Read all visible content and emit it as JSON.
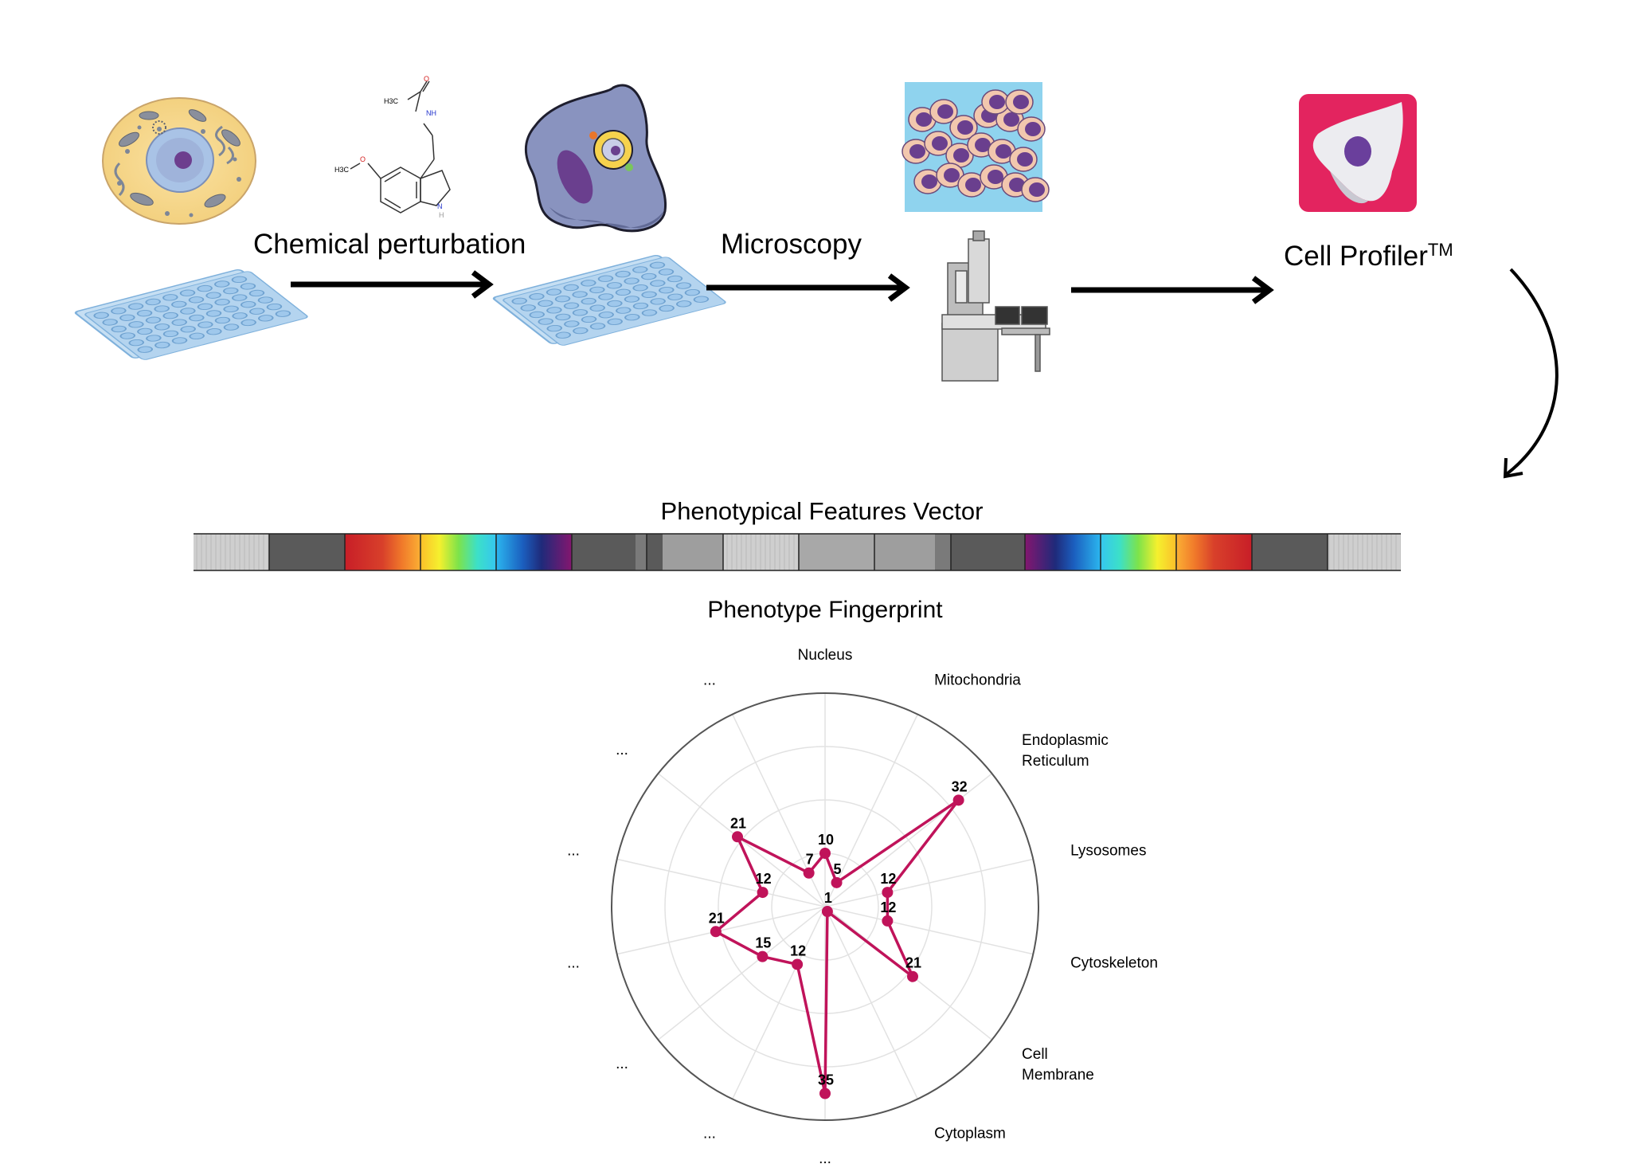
{
  "workflow": {
    "step_chemical": "Chemical perturbation",
    "step_microscopy": "Microscopy",
    "step_profiler": "Cell Profiler",
    "step_profiler_tm": "TM"
  },
  "molecule": {
    "label_ch3_top": "H3C",
    "label_nh": "NH",
    "label_o_top": "O",
    "label_o_left": "O",
    "label_ch3_left": "H3C",
    "label_n": "N",
    "label_h": "H"
  },
  "vector": {
    "title": "Phenotypical Features Vector"
  },
  "fingerprint": {
    "title": "Phenotype Fingerprint"
  },
  "colors": {
    "accent": "#c0135a",
    "arrow": "#000000",
    "grid": "#dddddd",
    "profiler_logo": "#e3245f",
    "micrograph_bg": "#8fd3ee"
  },
  "chart_data": {
    "type": "radar",
    "title": "Phenotype Fingerprint",
    "rmax": 40,
    "categories": [
      "Nucleus",
      "Mitochondria",
      "Endoplasmic\nReticulum",
      "Lysosomes",
      "Cytoskeleton",
      "Cell\nMembrane",
      "Cytoplasm",
      "...",
      "...",
      "...",
      "...",
      "...",
      "...",
      "..."
    ],
    "series": [
      {
        "values": [
          10,
          5,
          32,
          12,
          12,
          21,
          1,
          35,
          12,
          15,
          21,
          12,
          21,
          7
        ]
      }
    ],
    "grid": true
  }
}
